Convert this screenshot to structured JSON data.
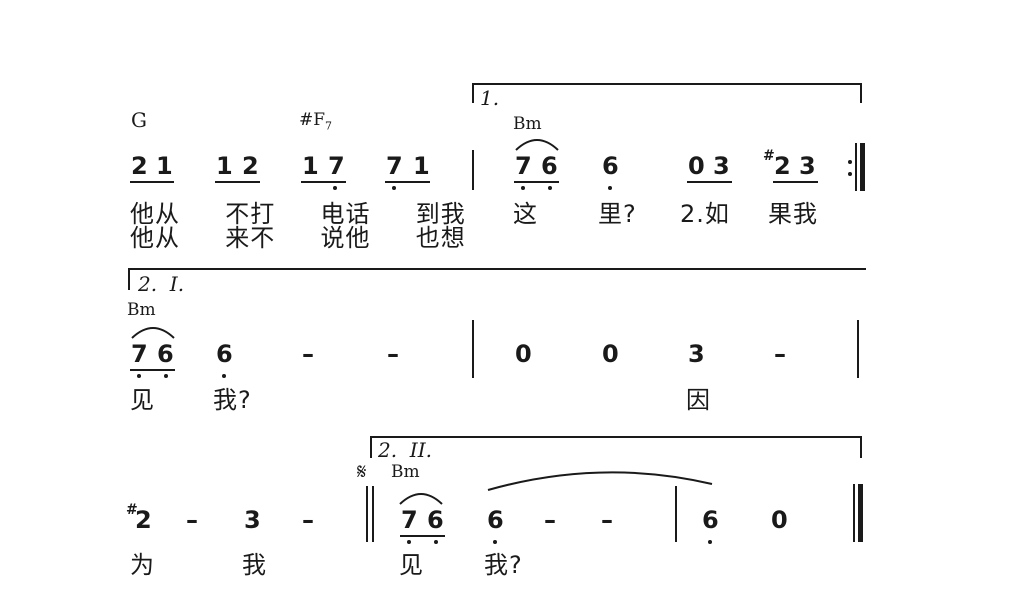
{
  "row1": {
    "chords": [
      "G",
      "#F",
      "7"
    ],
    "notes": [
      "2",
      "1",
      "1",
      "2",
      "1",
      "7",
      "7",
      "1"
    ],
    "lyrics1": "他从  不打  电话  到我",
    "lyrics2": "他从  来不  说他  也想",
    "volta1": "1.",
    "chord_bm": "Bm",
    "notes2": [
      "7",
      "6",
      "6",
      "0",
      "3",
      "#",
      "2",
      "3"
    ],
    "lyrics3": [
      "这",
      "里?",
      "2.如",
      "果我"
    ]
  },
  "row2": {
    "volta": "2.  I.",
    "chord_bm": "Bm",
    "notes": [
      "7",
      "6",
      "6",
      "–",
      "–",
      "0",
      "0",
      "3",
      "–"
    ],
    "lyrics": [
      "见",
      "我?",
      "因"
    ]
  },
  "row3": {
    "volta": "2.  II.",
    "segno": "𝄋",
    "chord_bm": "Bm",
    "notes": [
      "#",
      "2",
      "–",
      "3",
      "–",
      "7",
      "6",
      "6",
      "–",
      "–",
      "6",
      "0"
    ],
    "lyrics": [
      "为",
      "我",
      "见",
      "我?"
    ]
  }
}
